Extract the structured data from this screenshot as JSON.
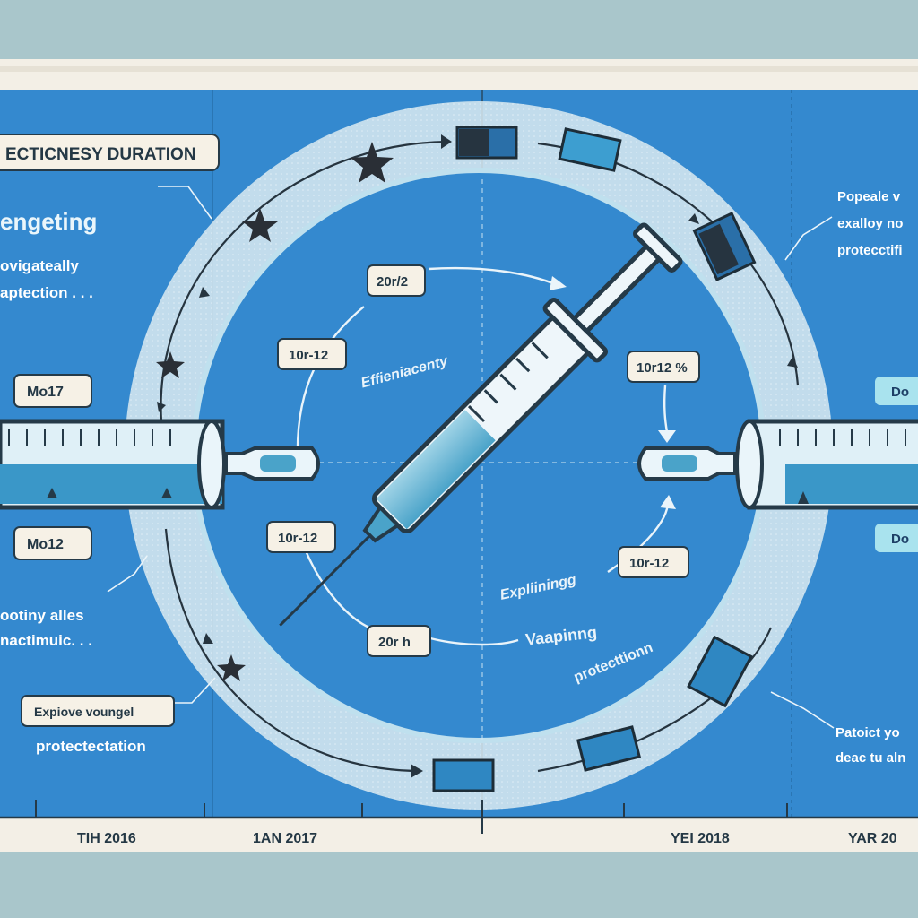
{
  "title": "ECTICNESY DURATION",
  "left_panel": {
    "heading": "engeting",
    "sub_line1": "ovigateally",
    "sub_line2": "aptection . . .",
    "marker_top": "Mo17",
    "marker_bottom": "Mo12",
    "note_line1": "ootiny alles",
    "note_line2": "nactimuic. . .",
    "box_label": "Expiove voungel",
    "box_sub": "protectectation"
  },
  "right_panel": {
    "text_line1": "Popeale v",
    "text_line2": "exalloy no",
    "text_line3": "protecctifi",
    "tag_top": "Do",
    "tag_bottom": "Do",
    "note_line1": "Patoict yo",
    "note_line2": "deac tu aln"
  },
  "center": {
    "label_top": "20r/2",
    "label_upper_left": "10r-12",
    "label_lower_left": "10r-12",
    "label_right": "10r12 %",
    "label_lower_right": "10r-12",
    "label_bottom": "20r h",
    "curved_word_upper": "Effieniacenty",
    "word_explaining": "Expliiningg",
    "word_vaping": "Vaapinng",
    "word_protection": "protecttionn"
  },
  "timeline": {
    "ticks": [
      "TIH  2016",
      "1AN  2017",
      "YEI  2018",
      "YAR  20"
    ]
  },
  "colors": {
    "panel_blue": "#3489cf",
    "ring": "#d8ecf2",
    "frame": "#f3efe6",
    "outer_bg": "#a9c6cb",
    "dark": "#26343f",
    "vial": "#2f7fb9"
  }
}
